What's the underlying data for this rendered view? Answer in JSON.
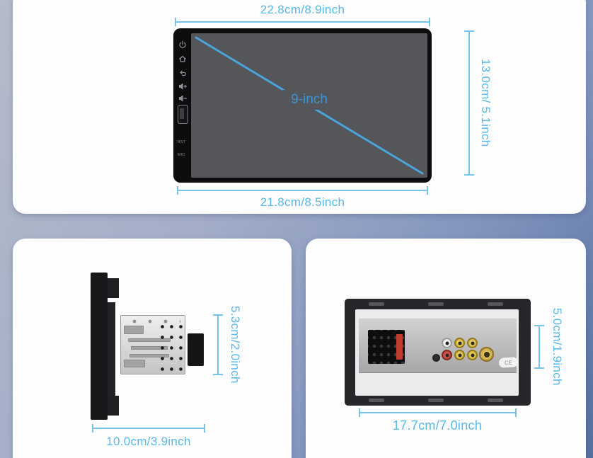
{
  "product": "9-inch car stereo head unit dimensions diagram",
  "accent": {
    "dimension_text_color": "#58b9e6",
    "dimension_line_color": "#74c4e8",
    "screen_label_color": "#3e93cf"
  },
  "front_view": {
    "screen_label": "9-inch",
    "dim_top": "22.8cm/8.9inch",
    "dim_right": "13.0cm/ 5.1inch",
    "dim_bottom": "21.8cm/8.5inch",
    "side_button_icons": [
      "power-icon",
      "home-icon",
      "return-icon",
      "volume-up-icon",
      "volume-down-icon"
    ],
    "usb_port_icon": "usb-port",
    "panel_labels": {
      "rst": "RST",
      "mic": "MIC"
    }
  },
  "side_view": {
    "dim_height": "5.3cm/2.0inch",
    "dim_width": "10.0cm/3.9inch"
  },
  "rear_view": {
    "dim_height": "5.0cm/1.9inch",
    "dim_width": "17.7cm/7.0inch",
    "ce_mark": "CE"
  }
}
